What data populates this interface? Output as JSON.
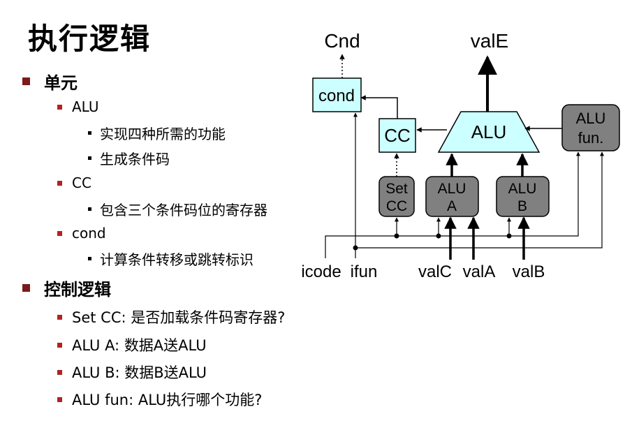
{
  "title": "执行逻辑",
  "units": {
    "heading": "单元",
    "items": [
      {
        "label": "ALU",
        "subs": [
          "实现四种所需的功能",
          "生成条件码"
        ]
      },
      {
        "label": "CC",
        "subs": [
          "包含三个条件码位的寄存器"
        ]
      },
      {
        "label": "cond",
        "subs": [
          "计算条件转移或跳转标识"
        ]
      }
    ]
  },
  "control": {
    "heading": "控制逻辑",
    "items": [
      "Set CC: 是否加载条件码寄存器?",
      "ALU A: 数据A送ALU",
      "ALU B: 数据B送ALU",
      "ALU fun: ALU执行哪个功能?"
    ]
  },
  "diagram": {
    "cnd": "Cnd",
    "valE": "valE",
    "cond": "cond",
    "cc": "CC",
    "alu": "ALU",
    "alufun_1": "ALU",
    "alufun_2": "fun.",
    "setcc_1": "Set",
    "setcc_2": "CC",
    "alua_1": "ALU",
    "alua_2": "A",
    "alub_1": "ALU",
    "alub_2": "B",
    "icode": "icode",
    "ifun": "ifun",
    "valC": "valC",
    "valA": "valA",
    "valB": "valB"
  },
  "colors": {
    "bullet_l1": "#7b1a1a",
    "bullet_l2": "#b22222",
    "register_fill": "#ccffff",
    "control_fill": "#808080"
  }
}
